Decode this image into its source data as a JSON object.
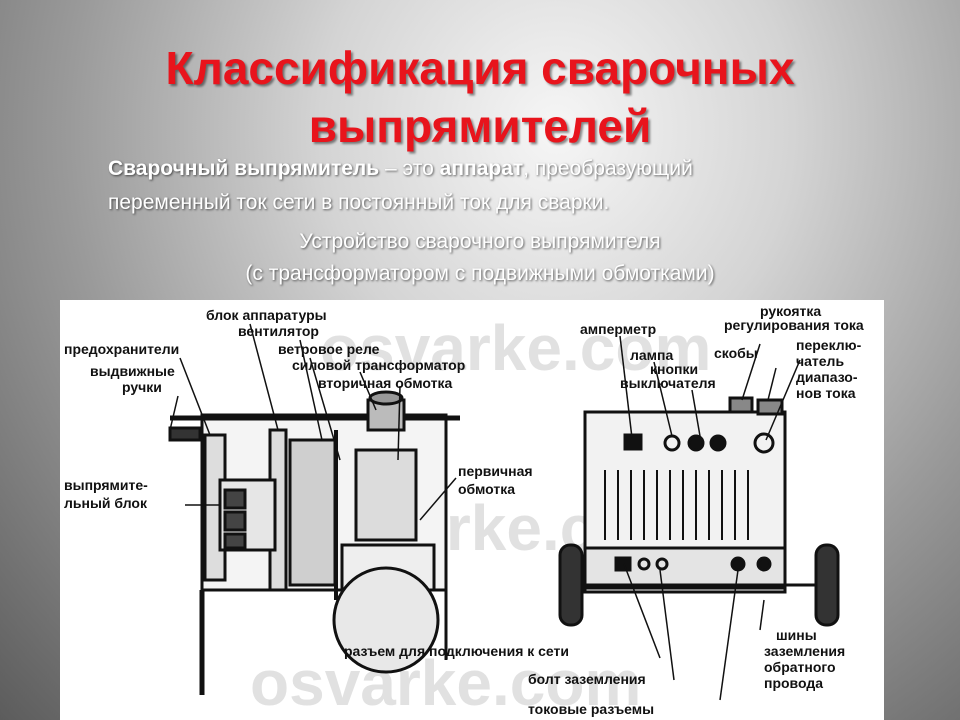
{
  "title": {
    "line1": "Классификация сварочных",
    "line2": "выпрямителей"
  },
  "definition": {
    "term": "Сварочный выпрямитель",
    "dash": " – это ",
    "word2": "аппарат",
    "rest1": ", преобразующий",
    "line2": "переменный ток сети в постоянный ток для сварки."
  },
  "subtitle": {
    "line1": "Устройство сварочного выпрямителя",
    "line2": "(с трансформатором с подвижными обмотками)"
  },
  "colors": {
    "title": "#e8141c",
    "text": "#ffffff"
  },
  "diagram": {
    "watermark": "osvarke.com",
    "labels": {
      "blok_apparatury": "блок аппаратуры",
      "ventilyator": "вентилятор",
      "predohraniteli": "предохранители",
      "vetrovoe_rele": "ветровое реле",
      "silovoy_transformator": "силовой трансформатор",
      "vydvizhnye": "выдвижные",
      "ruchki": "ручки",
      "vtorichnaya_obmotka": "вторичная обмотка",
      "pervichnaya": "первичная",
      "obmotka": "обмотка",
      "vypryami_1": "выпрямите-",
      "vypryami_2": "льный блок",
      "ampermetr": "амперметр",
      "lampa": "лампа",
      "knopki_1": "кнопки",
      "knopki_2": "выключателя",
      "rukoyatka_1": "рукоятка",
      "rukoyatka_2": "регулирования тока",
      "skoby": "скобы",
      "perekl_1": "переклю-",
      "perekl_2": "чатель",
      "perekl_3": "диапазо-",
      "perekl_4": "нов тока",
      "razem": "разъем для подключения к сети",
      "bolt": "болт заземления",
      "tokovye": "токовые разъемы",
      "shiny_1": "шины",
      "shiny_2": "заземления",
      "shiny_3": "обратного",
      "shiny_4": "провода"
    }
  }
}
